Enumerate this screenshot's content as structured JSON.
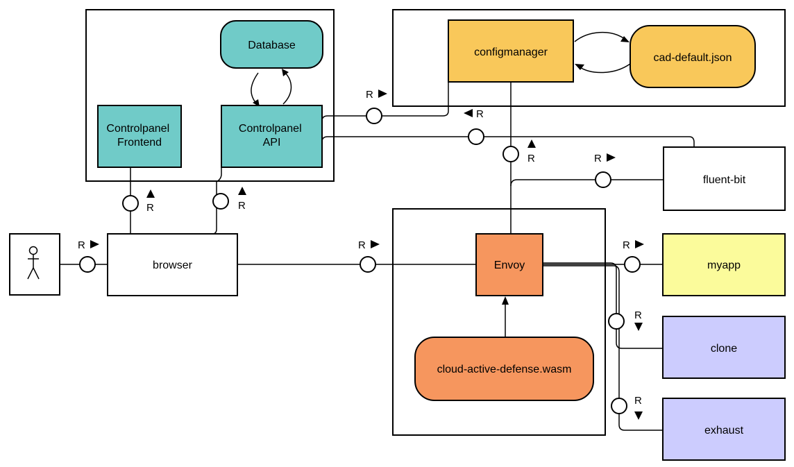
{
  "nodes": {
    "database": "Database",
    "controlpanel_frontend": [
      "Controlpanel",
      "Frontend"
    ],
    "controlpanel_api": [
      "Controlpanel",
      "API"
    ],
    "configmanager": "configmanager",
    "cad_default_json": "cad-default.json",
    "fluent_bit": "fluent-bit",
    "browser": "browser",
    "envoy": "Envoy",
    "wasm": "cloud-active-defense.wasm",
    "myapp": "myapp",
    "clone": "clone",
    "exhaust": "exhaust"
  },
  "port_label": "R",
  "colors": {
    "teal": "#70cbc8",
    "yellow_orange": "#f9c85a",
    "orange": "#f6965e",
    "light_yellow": "#fbfb9b",
    "lavender": "#ccccfe",
    "white": "#ffffff",
    "stroke": "#000000"
  }
}
